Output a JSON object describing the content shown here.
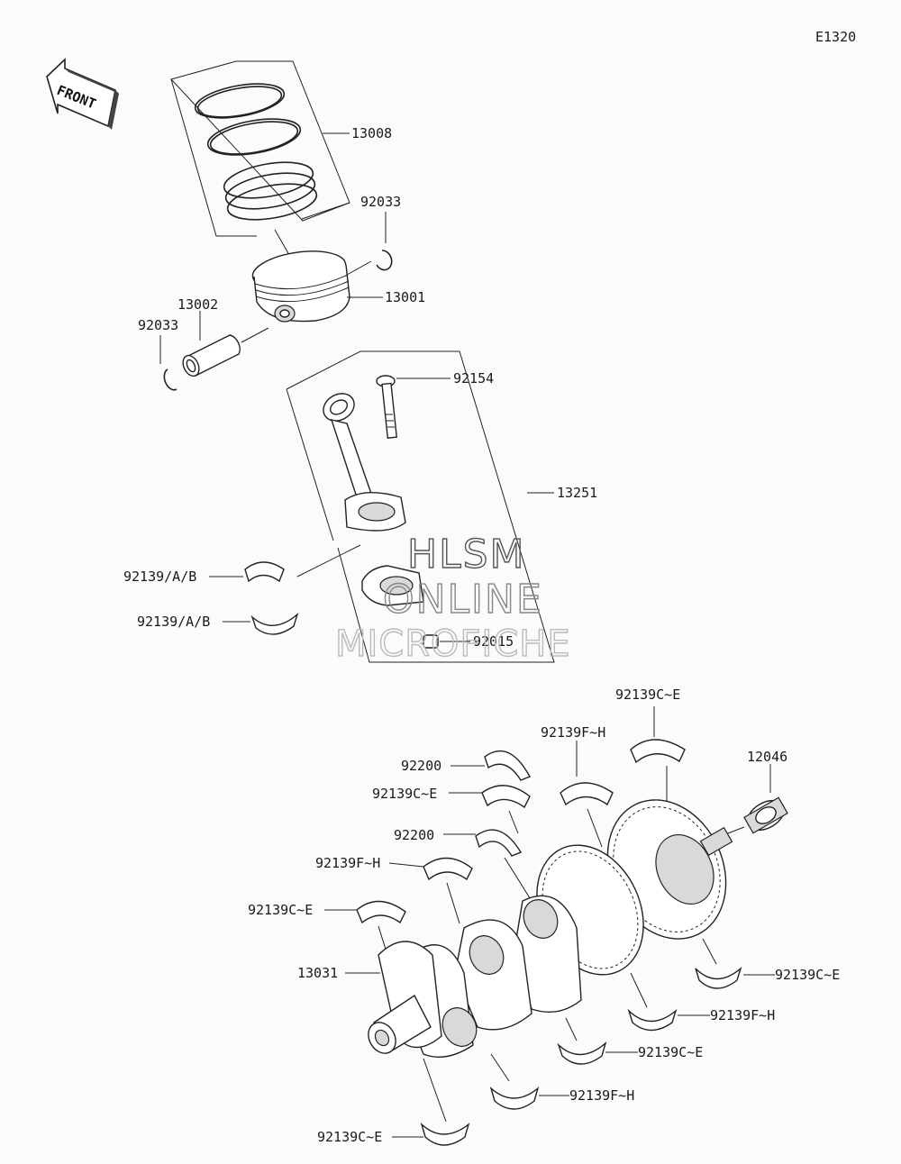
{
  "diagram": {
    "figure_code": "E1320",
    "front_label": "FRONT",
    "watermark": {
      "line1": "HLSM",
      "line2": "ONLINE",
      "line3": "MICROFICHE"
    },
    "callouts": {
      "piston_ring_set": "13008",
      "snap_ring_right": "92033",
      "piston": "13001",
      "piston_pin": "13002",
      "snap_ring_left": "92033",
      "conrod_bolt": "92154",
      "conrod_assembly": "13251",
      "conrod_bearing_upper": "92139/A/B",
      "conrod_bearing_lower": "92139/A/B",
      "conrod_nut": "92015",
      "main_bearing_top_right": "92139C~E",
      "main_bearing_top_mid": "92139F~H",
      "crank_gear": "12046",
      "thrust_washer_upper": "92200",
      "main_bearing_upper_left_1": "92139C~E",
      "thrust_washer_lower": "92200",
      "main_bearing_upper_left_2": "92139F~H",
      "main_bearing_upper_left_3": "92139C~E",
      "crankshaft": "13031",
      "main_bearing_lower_right_1": "92139C~E",
      "main_bearing_lower_right_2": "92139F~H",
      "main_bearing_lower_right_3": "92139C~E",
      "main_bearing_lower_right_4": "92139F~H",
      "main_bearing_lower_left": "92139C~E"
    }
  }
}
